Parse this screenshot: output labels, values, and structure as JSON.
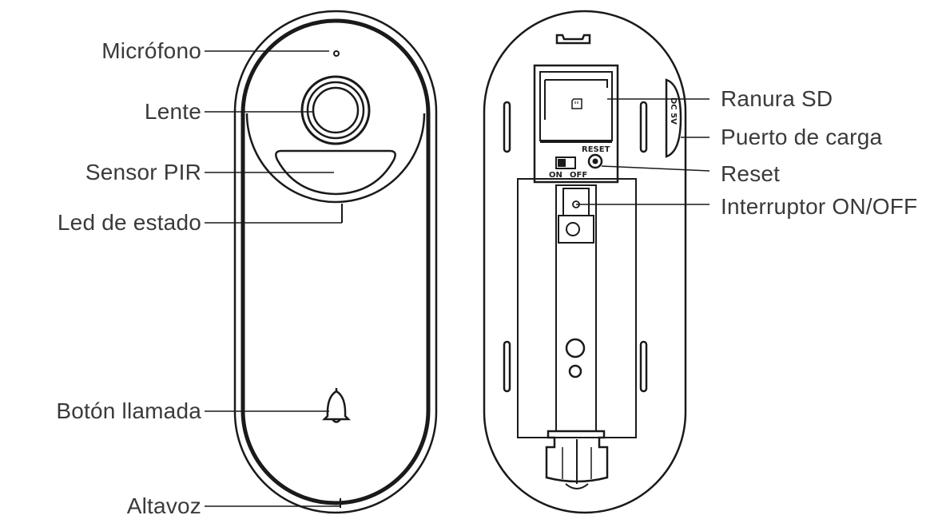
{
  "front_labels": {
    "microphone": "Micrófono",
    "lens": "Lente",
    "pir_sensor": "Sensor PIR",
    "status_led": "Led de estado",
    "call_button": "Botón llamada",
    "speaker": "Altavoz"
  },
  "back_labels": {
    "sd_slot": "Ranura SD",
    "charge_port": "Puerto de carga",
    "reset": "Reset",
    "power_switch": "Interruptor ON/OFF"
  },
  "device_markings": {
    "reset": "RESET",
    "on": "ON",
    "off": "OFF",
    "dc": "DC 5V"
  },
  "icons": {
    "call_button": "bell-icon",
    "sd_card": "sd-card-icon"
  },
  "colors": {
    "line": "#1a1a1a",
    "label_text": "#3a3a3a",
    "background": "#ffffff"
  }
}
